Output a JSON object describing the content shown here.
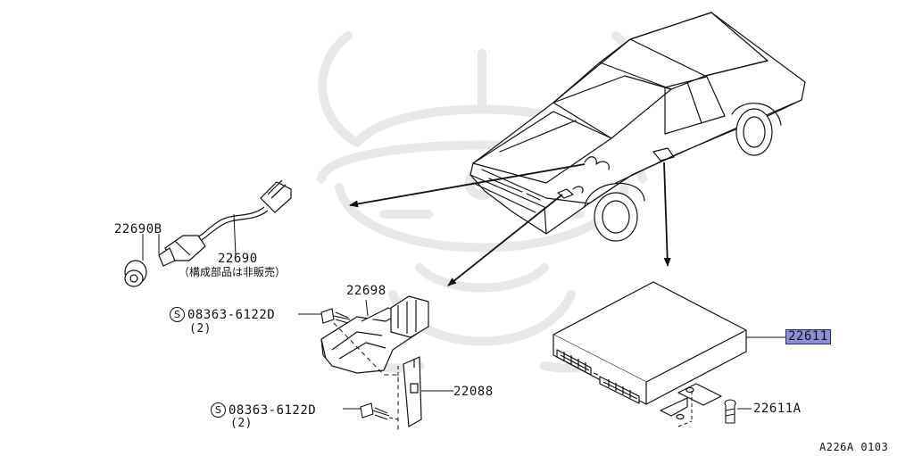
{
  "colors": {
    "line": "#111111",
    "highlight": "#8f8fd6",
    "watermark": "#e6e6e6"
  },
  "parts": [
    {
      "id": "p1",
      "number": "22690B"
    },
    {
      "id": "p2",
      "number": "22690",
      "note": "（構成部品は非販売）"
    },
    {
      "id": "p3",
      "number": "22698"
    },
    {
      "id": "p4",
      "number": "08363-6122D",
      "symbol": "S",
      "quantity": "(2)"
    },
    {
      "id": "p5",
      "number": "22088"
    },
    {
      "id": "p6",
      "number": "08363-6122D",
      "symbol": "S",
      "quantity": "(2)"
    },
    {
      "id": "p7",
      "number": "22611",
      "highlighted": true
    },
    {
      "id": "p8",
      "number": "22611A"
    }
  ],
  "diagram_code": "A226A 0103",
  "icons": {
    "vehicle": "car-outline-icon",
    "watermark": "samurai-helmet-watermark-icon"
  }
}
